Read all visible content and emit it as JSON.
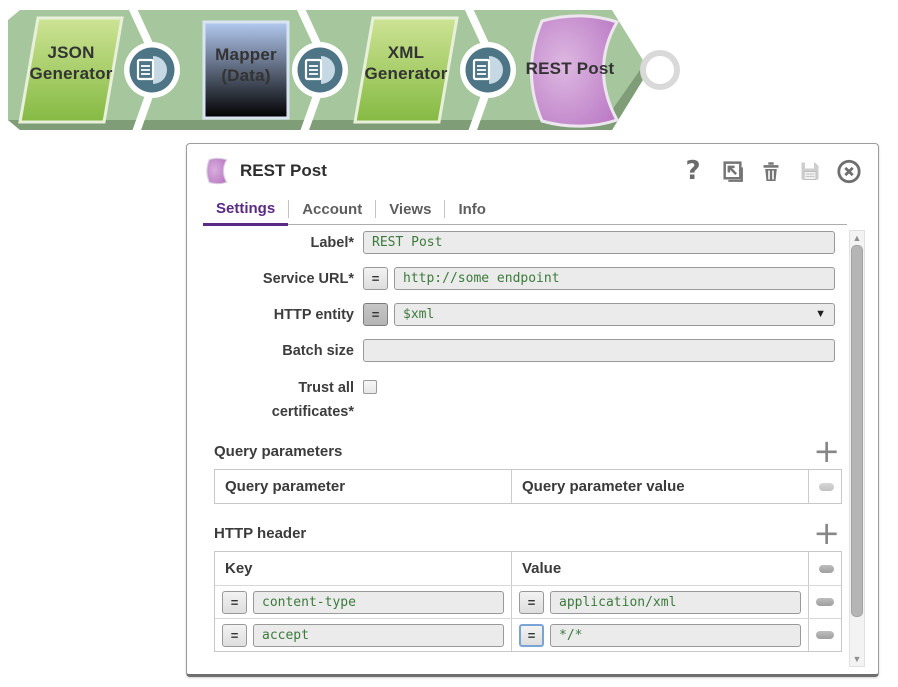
{
  "pipeline": {
    "snaps": [
      {
        "name": "json-generator",
        "line1": "JSON",
        "line2": "Generator"
      },
      {
        "name": "mapper-data",
        "line1": "Mapper",
        "line2": "(Data)"
      },
      {
        "name": "xml-generator",
        "line1": "XML",
        "line2": "Generator"
      },
      {
        "name": "rest-post",
        "line1": "REST Post",
        "line2": ""
      }
    ]
  },
  "dialog": {
    "title": "REST Post",
    "toolbar": {
      "help_glyph": "?",
      "icons": [
        "help",
        "popout",
        "trash",
        "save",
        "close"
      ]
    },
    "tabs": {
      "settings": "Settings",
      "account": "Account",
      "views": "Views",
      "info": "Info"
    },
    "glyphs": {
      "equals": "=",
      "dropdown": "▼",
      "plus": "+",
      "scroll_up": "▲",
      "scroll_down": "▼"
    },
    "fields": {
      "label": {
        "label": "Label*",
        "value": "REST Post"
      },
      "service_url": {
        "label": "Service URL*",
        "value": "http://some endpoint"
      },
      "http_entity": {
        "label": "HTTP entity",
        "value": "$xml"
      },
      "batch_size": {
        "label": "Batch size",
        "value": ""
      },
      "trust_all": {
        "label_line1": "Trust all",
        "label_line2": "certificates*",
        "checked": false
      }
    },
    "query_parameters": {
      "heading": "Query parameters",
      "col1": "Query parameter",
      "col2": "Query parameter value",
      "rows": []
    },
    "http_header": {
      "heading": "HTTP header",
      "col1": "Key",
      "col2": "Value",
      "rows": [
        {
          "key": "content-type",
          "value": "application/xml"
        },
        {
          "key": "accept",
          "value": "*/*"
        }
      ]
    }
  },
  "colors": {
    "accent_purple": "#5b2a84",
    "band_green": "#a6c79d",
    "band_shadow_green": "#7f9e78",
    "snap_green": "#8abd49",
    "snap_blue": "#6890da",
    "snap_purple": "#bb7cc4",
    "connector_teal": "#4d7585",
    "input_text_green": "#3c7a3c",
    "focus_blue": "#7aa3d6"
  }
}
